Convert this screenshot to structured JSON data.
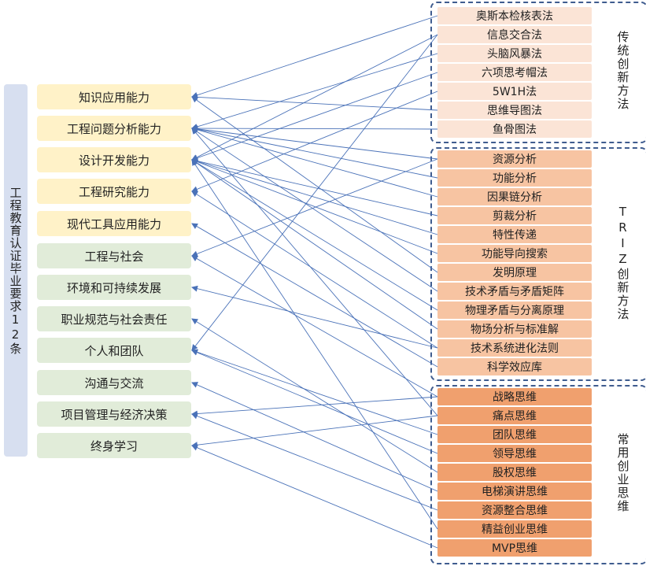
{
  "sidebar_title": "工程教育认证毕业要求12条",
  "requirements": [
    "知识应用能力",
    "工程问题分析能力",
    "设计开发能力",
    "工程研究能力",
    "现代工具应用能力",
    "工程与社会",
    "环境和可持续发展",
    "职业规范与社会责任",
    "个人和团队",
    "沟通与交流",
    "项目管理与经济决策",
    "终身学习"
  ],
  "groups": [
    {
      "label": "传统创新方法",
      "items": [
        "奥斯本检核表法",
        "信息交合法",
        "头脑风暴法",
        "六项思考帽法",
        "5W1H法",
        "思维导图法",
        "鱼骨图法"
      ]
    },
    {
      "label": "TRIZ创新方法",
      "items": [
        "资源分析",
        "功能分析",
        "因果链分析",
        "剪裁分析",
        "特性传递",
        "功能导向搜索",
        "发明原理",
        "技术矛盾与矛盾矩阵",
        "物理矛盾与分离原理",
        "物场分析与标准解",
        "技术系统进化法则",
        "科学效应库"
      ]
    },
    {
      "label": "常用创业思维",
      "items": [
        "战略思维",
        "痛点思维",
        "团队思维",
        "领导思维",
        "股权思维",
        "电梯演讲思维",
        "资源整合思维",
        "精益创业思维",
        "MVP思维"
      ]
    }
  ],
  "colors": {
    "line": "#4a72b8",
    "req_yellow": "#fff2c8",
    "req_green": "#e1ecd9",
    "group_border": "#3f5c8f"
  }
}
